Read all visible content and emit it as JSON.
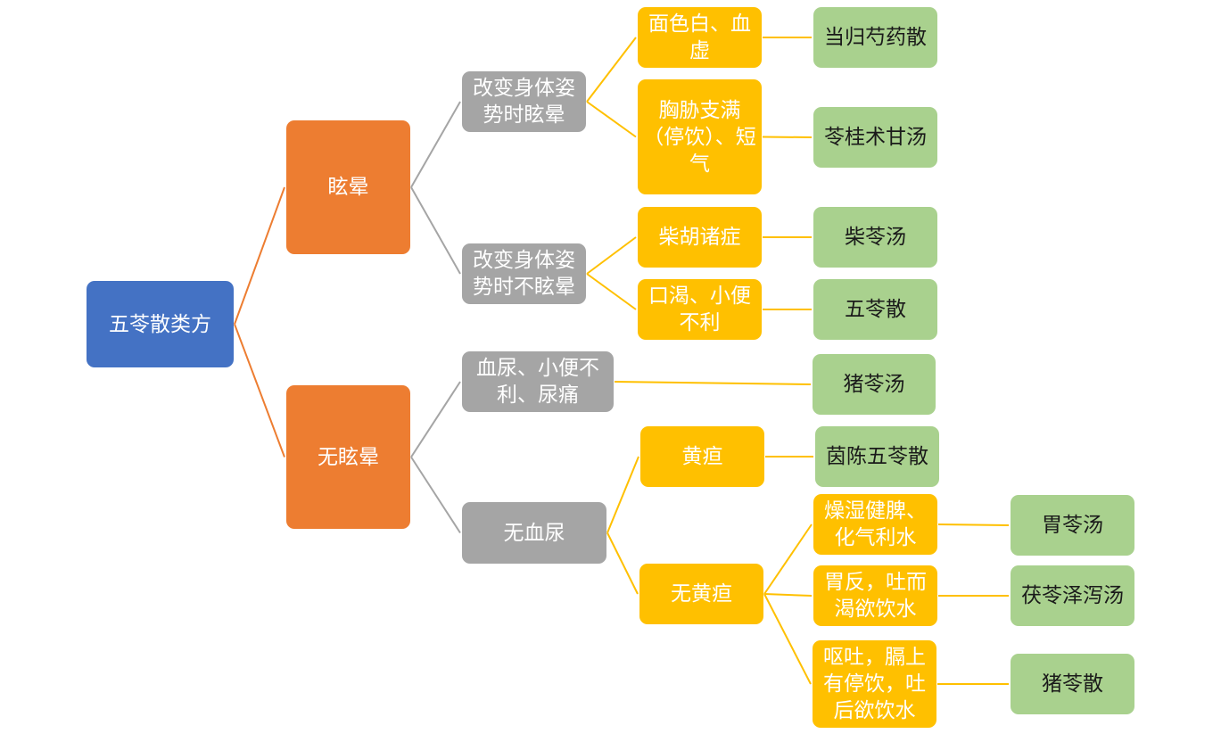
{
  "colors": {
    "root": "#4472C4",
    "level1": "#ED7D31",
    "level2": "#A5A5A5",
    "level3": "#FFC000",
    "leaf": "#A9D18E"
  },
  "nodes": {
    "root": "五苓散类方",
    "dizzy": "眩晕",
    "no_dizzy": "无眩晕",
    "posture_dizzy": "改变身体姿势时眩晕",
    "posture_not_dizzy": "改变身体姿势时不眩晕",
    "hematuria": "血尿、小便不利、尿痛",
    "no_hematuria": "无血尿",
    "pale_face": "面色白、血虚",
    "chest_fullness": "胸胁支满（停饮）、短气",
    "bupleurum": "柴胡诸症",
    "thirst": "口渴、小便不利",
    "jaundice": "黄疸",
    "no_jaundice": "无黄疸",
    "dry_damp": "燥湿健脾、化气利水",
    "stomach_reflux": "胃反，吐而渴欲饮水",
    "vomiting": "呕吐，膈上有停饮，吐后欲饮水",
    "danggui": "当归芍药散",
    "linggui": "苓桂术甘汤",
    "chailing": "柴苓汤",
    "wuling": "五苓散",
    "zhuling_tang": "猪苓汤",
    "yinchen": "茵陈五苓散",
    "weiling": "胃苓汤",
    "fuling": "茯苓泽泻汤",
    "zhuling_san": "猪苓散"
  }
}
